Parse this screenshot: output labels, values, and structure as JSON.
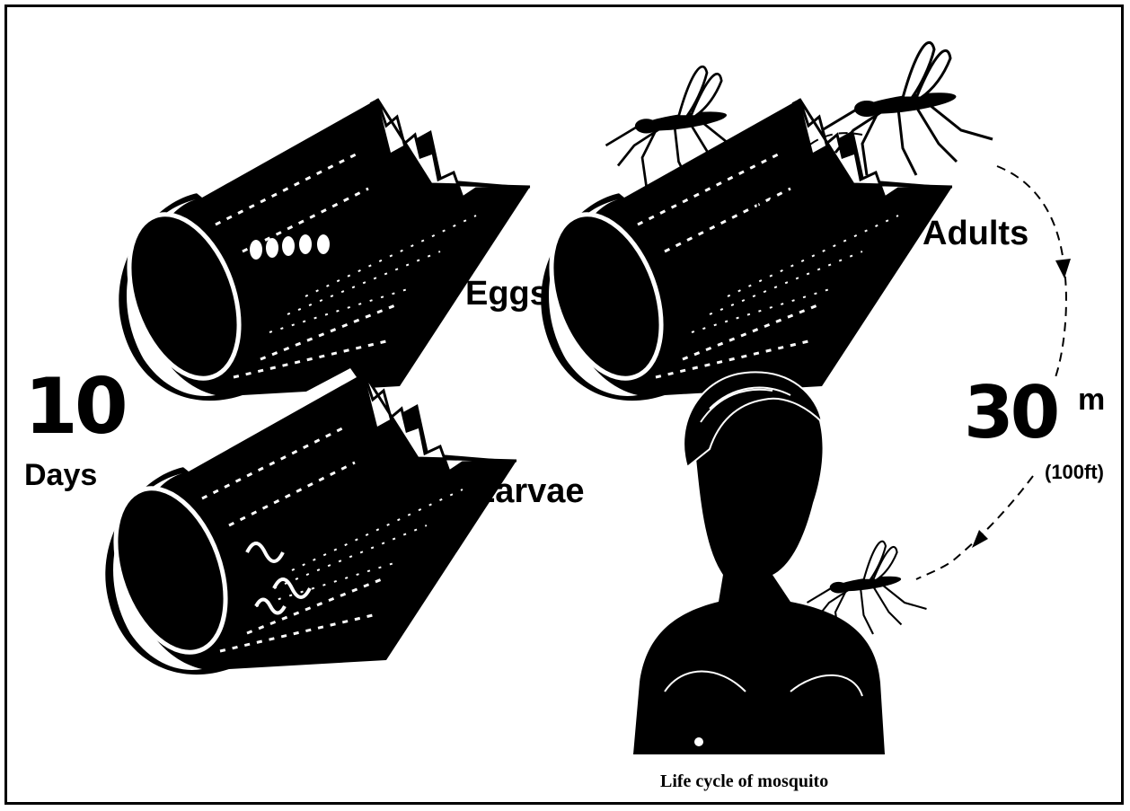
{
  "labels": {
    "days_number": "10",
    "days_unit": "Days",
    "eggs": "Eggs",
    "larvae": "Larvae",
    "adults": "Adults",
    "distance_number": "30",
    "distance_unit": "m",
    "distance_ft": "(100ft)"
  },
  "caption": "Life cycle of mosquito",
  "colors": {
    "ink": "#000000",
    "paper": "#ffffff"
  }
}
